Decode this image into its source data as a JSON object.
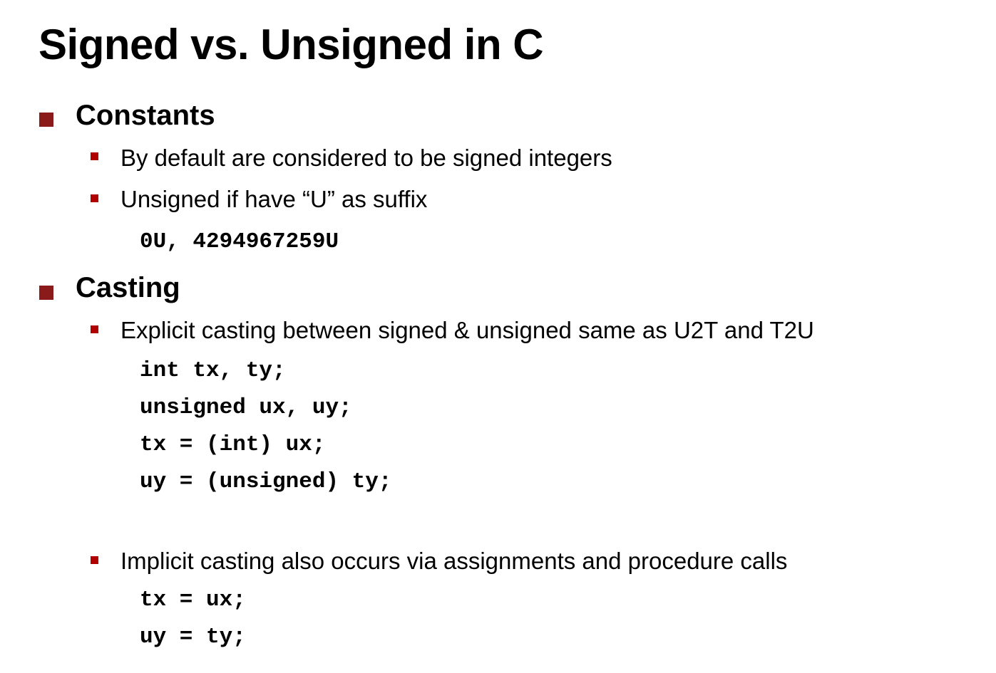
{
  "title": "Signed vs. Unsigned in C",
  "sections": [
    {
      "heading": "Constants",
      "items": [
        {
          "text": "By default are considered to be signed integers"
        },
        {
          "text": "Unsigned if have “U” as suffix",
          "code": [
            "0U, 4294967259U"
          ]
        }
      ]
    },
    {
      "heading": "Casting",
      "items": [
        {
          "text": "Explicit casting between signed & unsigned same as U2T and T2U",
          "code": [
            "int tx, ty;",
            "unsigned ux, uy;",
            "tx = (int) ux;",
            "uy = (unsigned) ty;"
          ]
        },
        {
          "text": "Implicit casting also occurs via assignments and procedure calls",
          "code": [
            "tx = ux;",
            "uy = ty;"
          ]
        }
      ]
    }
  ],
  "colors": {
    "bullet": "#8b1a1a",
    "subbullet": "#b00000"
  }
}
